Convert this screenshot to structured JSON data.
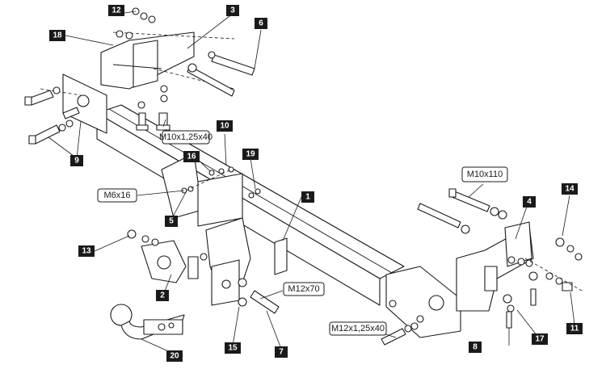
{
  "callouts": {
    "c1": "1",
    "c2": "2",
    "c3": "3",
    "c4": "4",
    "c5": "5",
    "c6": "6",
    "c7": "7",
    "c8": "8",
    "c9": "9",
    "c10": "10",
    "c11": "11",
    "c12": "12",
    "c13": "13",
    "c14": "14",
    "c15": "15",
    "c16": "16",
    "c17": "17",
    "c18": "18",
    "c19": "19",
    "c20": "20"
  },
  "specs": {
    "m10x125x40": "M10x1,25x40",
    "m10x110": "M10x110",
    "m6x16": "M6x16",
    "m12x70": "M12x70",
    "m12x125x40": "M12x1,25x40"
  }
}
